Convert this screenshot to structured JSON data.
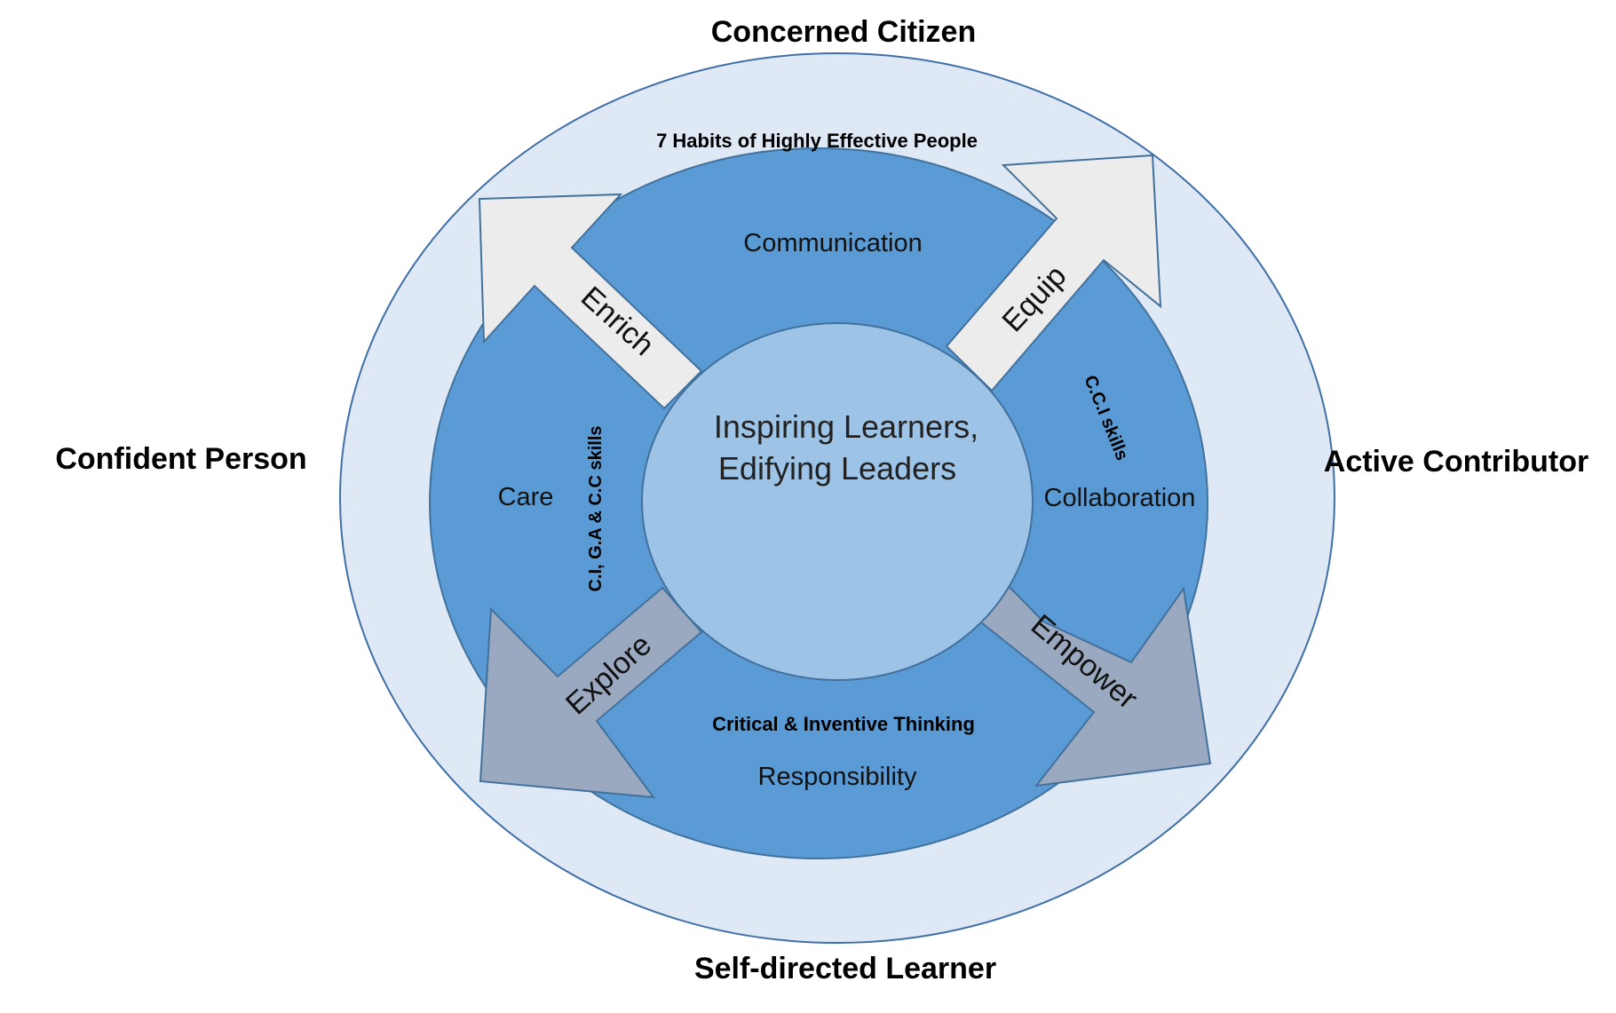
{
  "outcomes": {
    "top": "Concerned Citizen",
    "left": "Confident Person",
    "right": "Active Contributor",
    "bottom": "Self-directed Learner"
  },
  "ring_labels": {
    "top": "7 Habits of Highly Effective People",
    "bottom": "Critical & Inventive Thinking",
    "left_skills": "C.I, G.A & C.C skills",
    "right_skills": "C.C.I skills"
  },
  "values": {
    "communication": "Communication",
    "care": "Care",
    "collaboration": "Collaboration",
    "responsibility": "Responsibility"
  },
  "arrows": {
    "enrich": "Enrich",
    "equip": "Equip",
    "explore": "Explore",
    "empower": "Empower"
  },
  "center": {
    "line1": "Inspiring Learners,",
    "line2": "Edifying Leaders"
  },
  "colors": {
    "outer_fill": "#dfe9f5",
    "outer_stroke": "#3f6fa8",
    "ring_fill": "#5b9bd5",
    "ring_stroke": "#41719c",
    "center_fill": "#9dc3e6",
    "light_arrow": "#ececec",
    "dark_arrow": "#9aa9bf"
  }
}
